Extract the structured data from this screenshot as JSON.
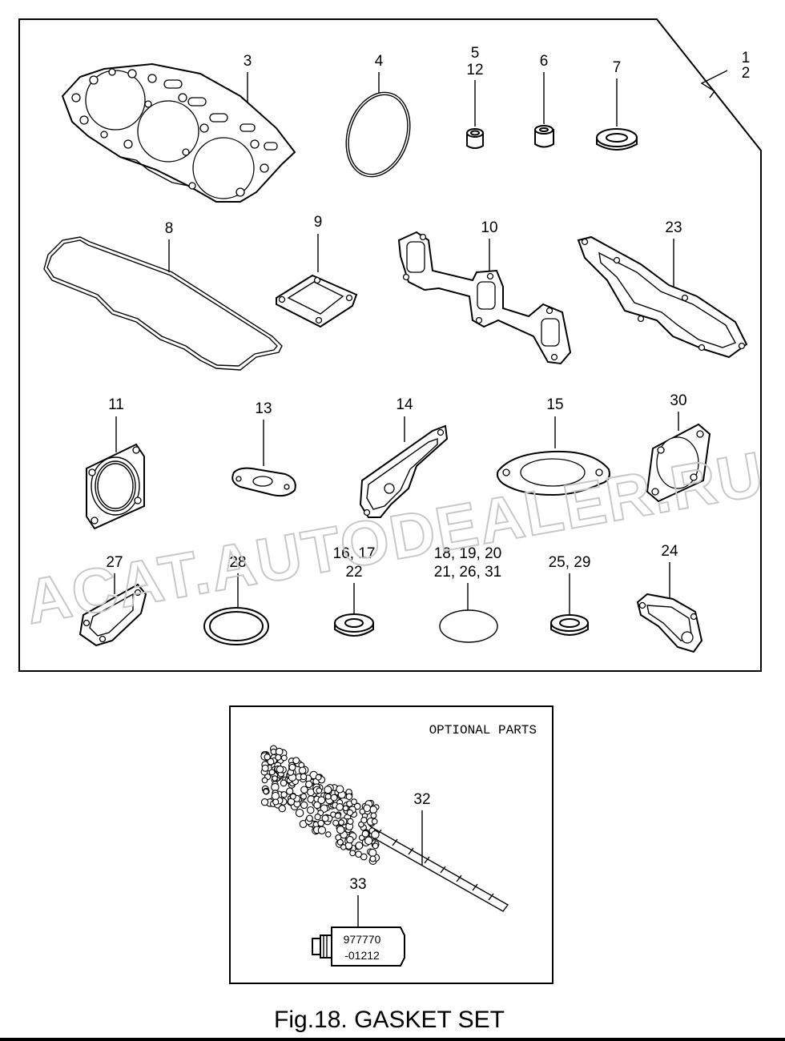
{
  "labels": {
    "p1_2": [
      "1",
      "2"
    ],
    "p3": "3",
    "p4": "4",
    "p5_12": [
      "5",
      "12"
    ],
    "p6": "6",
    "p7": "7",
    "p8": "8",
    "p9": "9",
    "p10": "10",
    "p23": "23",
    "p11": "11",
    "p13": "13",
    "p14": "14",
    "p15": "15",
    "p30": "30",
    "p27": "27",
    "p28": "28",
    "p16_17_22": [
      "16, 17",
      "22"
    ],
    "p18_19_20_21_26_31": [
      "18, 19, 20",
      "21, 26, 31"
    ],
    "p25_29": "25, 29",
    "p24": "24",
    "p32": "32",
    "p33": "33"
  },
  "optional_box": {
    "title": "OPTIONAL PARTS"
  },
  "tube_text": [
    "977770",
    "-01212"
  ],
  "watermark": "ACAT.AUTODEALER.RU",
  "caption": "Fig.18.  GASKET SET"
}
